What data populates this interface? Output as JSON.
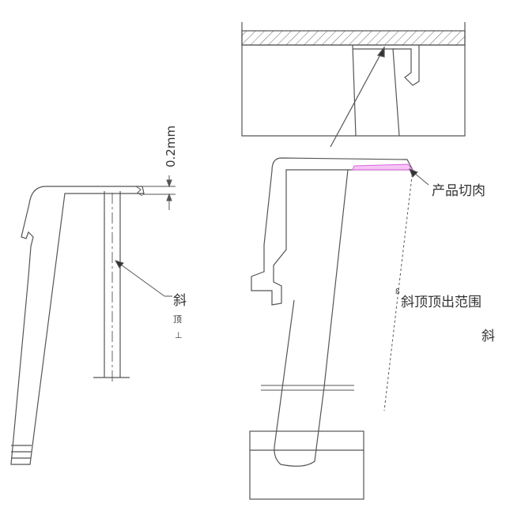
{
  "diagram": {
    "left_view": {
      "dimension_label": "0.2mm",
      "cut_glyphs": [
        "斜",
        "顶",
        "⊥"
      ]
    },
    "right_view": {
      "label_product_cut": "产品切肉",
      "label_range": "斜顶顶出范围",
      "label_range_cont": "斜"
    },
    "colors": {
      "line": "#555555",
      "highlight": "#e060e0"
    }
  }
}
